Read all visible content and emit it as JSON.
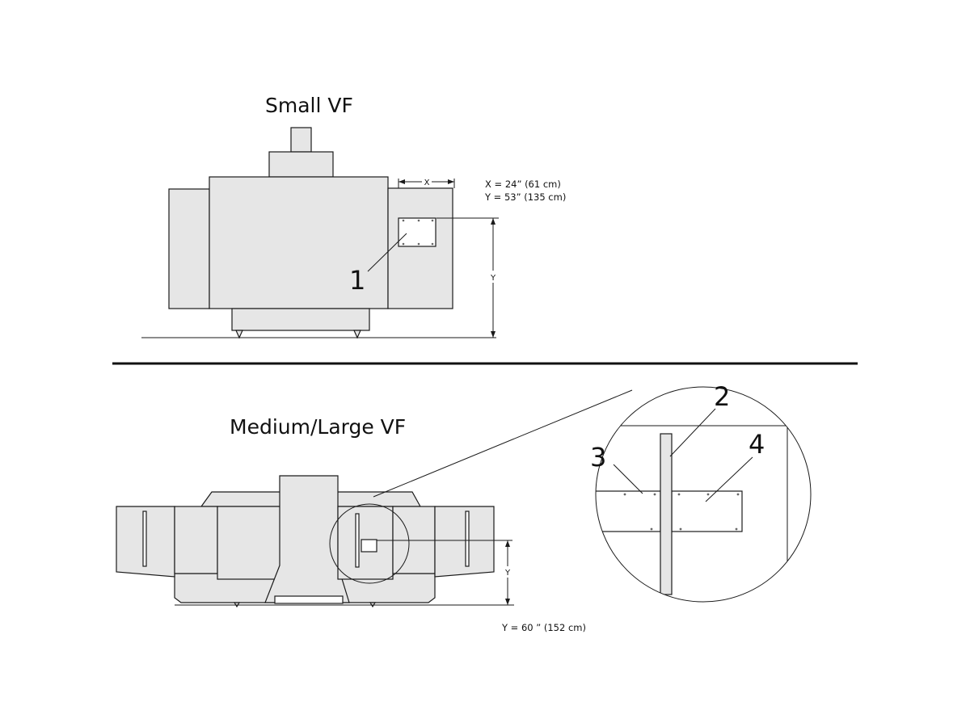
{
  "titles": {
    "small": "Small VF",
    "medium_large": "Medium/Large VF"
  },
  "notes": {
    "small_x": "X =  24” (61 cm)",
    "small_y": "Y = 53” (135 cm)",
    "medium_y": "Y = 60 ” (152 cm)"
  },
  "dimension_labels": {
    "x": "X",
    "y_small": "Y",
    "y_medium": "Y"
  },
  "callouts": [
    "1",
    "2",
    "3",
    "4"
  ],
  "colors": {
    "line": "#1a1a1a",
    "machine_fill": "#e6e6e6",
    "background": "#ffffff"
  }
}
